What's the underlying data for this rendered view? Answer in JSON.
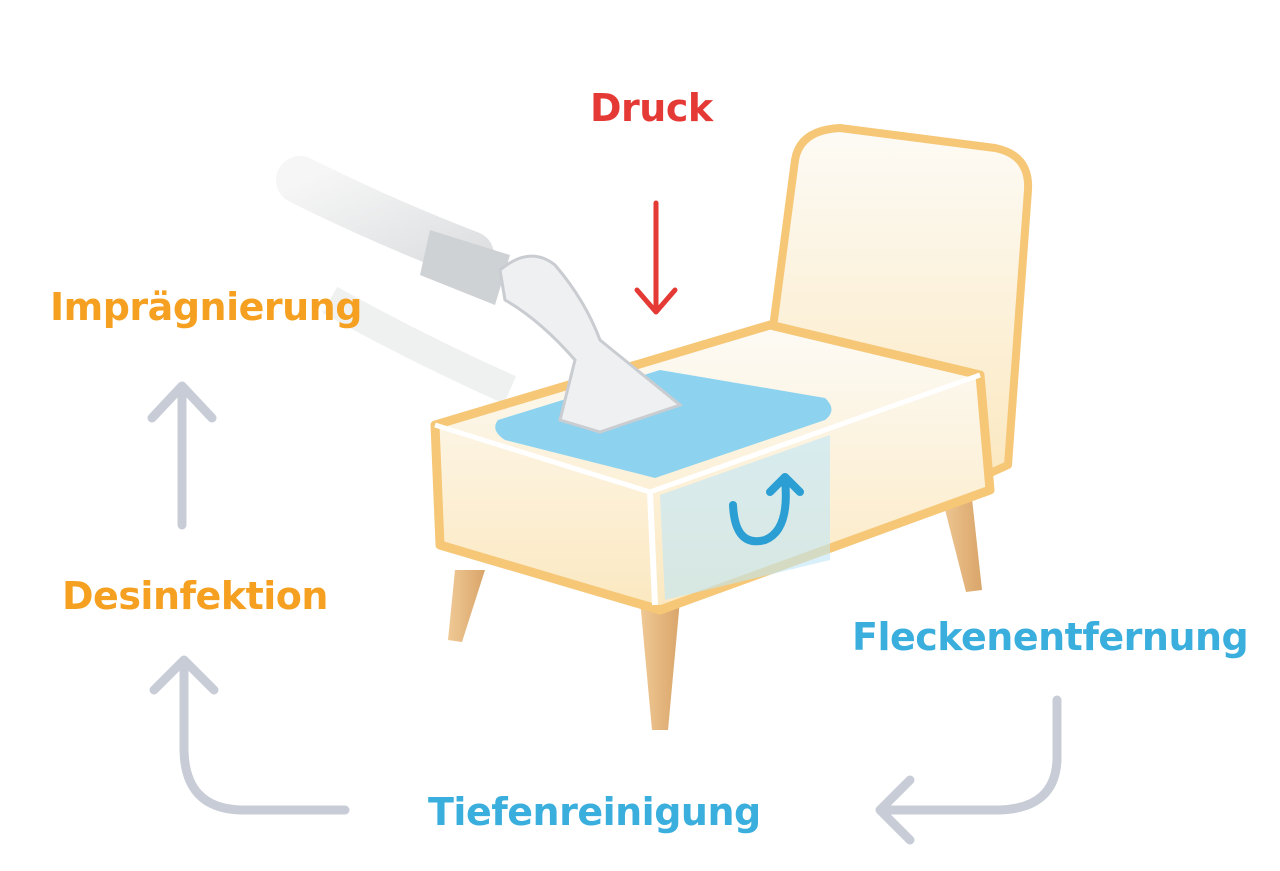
{
  "labels": {
    "pressure": "Druck",
    "impregnation": "Imprägnierung",
    "disinfection": "Desinfektion",
    "stain_removal": "Fleckenentfernung",
    "deep_cleaning": "Tiefenreinigung"
  },
  "colors": {
    "pressure": "#e53935",
    "orange_steps": "#f5a020",
    "blue_steps": "#3aaedc",
    "cycle_arrows": "#c8ccd6"
  }
}
